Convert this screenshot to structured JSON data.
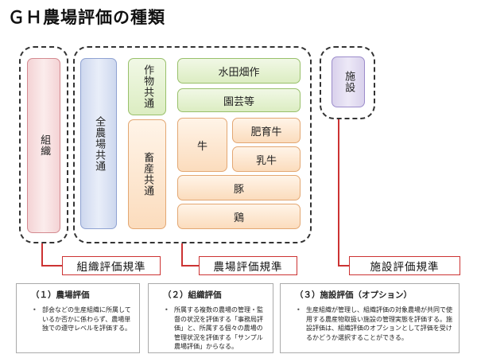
{
  "title": "ＧＨ農場評価の種類",
  "boxes": {
    "soshiki": "組織",
    "zen": "全農場共通",
    "sakumotsu": "作物共通",
    "suiden": "水田畑作",
    "engei": "園芸等",
    "chikusan": "畜産共通",
    "ushi": "牛",
    "hiiku": "肥育牛",
    "nyugyu": "乳牛",
    "buta": "豚",
    "tori": "鶏",
    "shisetsu": "施設"
  },
  "labels": {
    "soshiki": "組織評価規準",
    "nojo": "農場評価規準",
    "shisetsu": "施設評価規準"
  },
  "descriptions": [
    {
      "title": "（１）農場評価",
      "body": "部会などの生産組織に所属しているか否かに係わらず、農場単独での遵守レベルを評価する。"
    },
    {
      "title": "（２）組織評価",
      "body": "所属する複数の農場の管理・監督の状況を評価する「事務局評価」と、所属する個々の農場の管理状況を評価する「サンプル農場評価」からなる。"
    },
    {
      "title": "（３）施設評価（オプション）",
      "body": "生産組織が管理し、組織評価の対象農場が共同で使用する農産物取扱い施設の管理実態を評価する。施設評価は、組織評価のオプションとして評価を受けるかどうか選択することができる。"
    }
  ]
}
